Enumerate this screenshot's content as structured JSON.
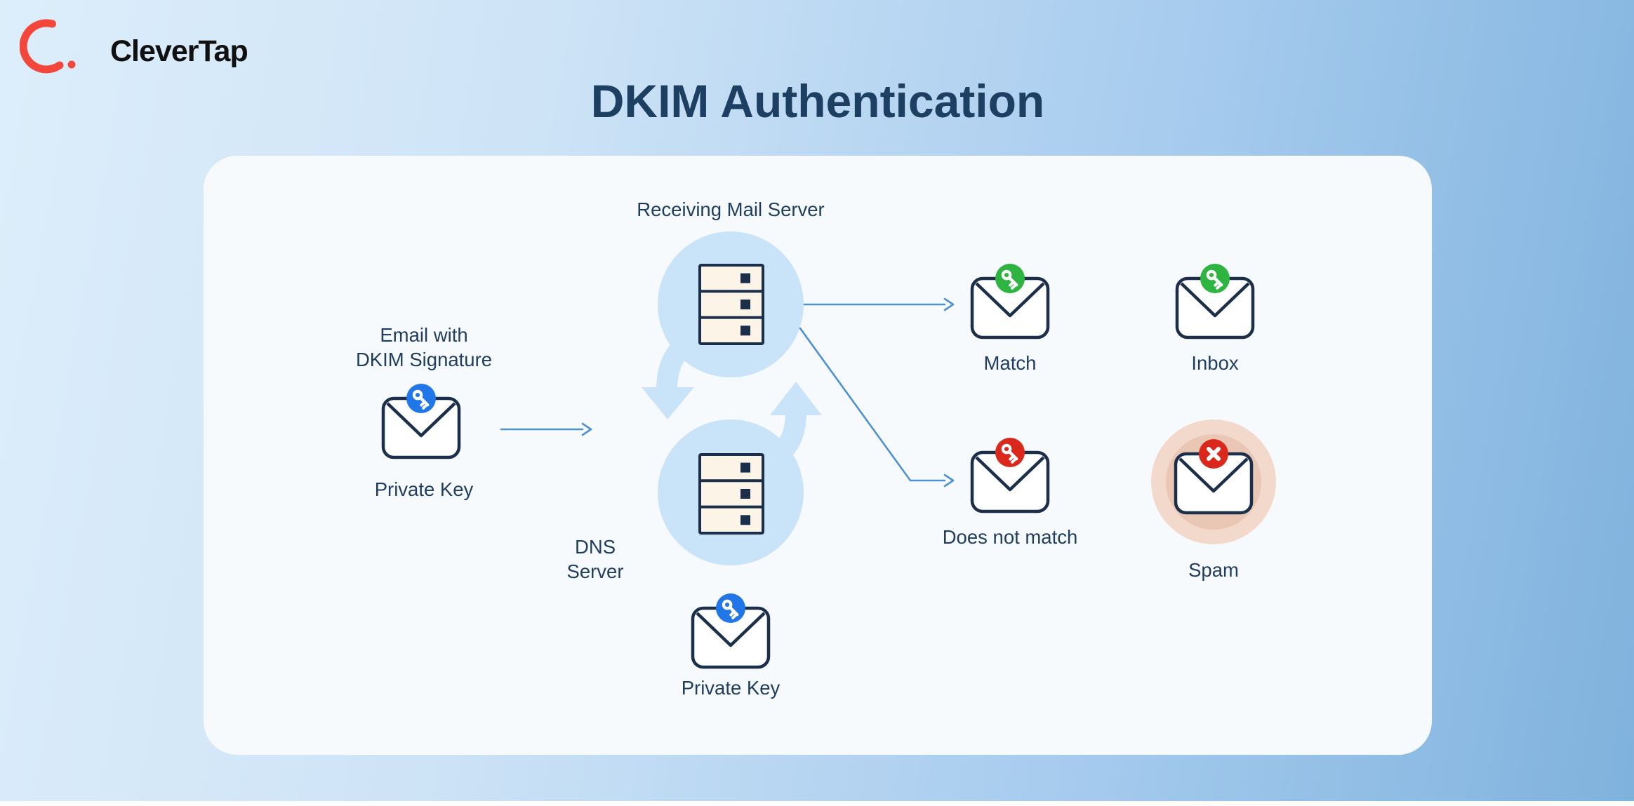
{
  "brand": {
    "name": "CleverTap"
  },
  "title": "DKIM Authentication",
  "nodes": {
    "sender_email": {
      "label_line1": "Email with",
      "label_line2": "DKIM Signature",
      "sublabel": "Private Key",
      "badge_icon": "blue-key"
    },
    "receiving_mail_server": {
      "label": "Receiving Mail Server"
    },
    "dns_server": {
      "label_line1": "DNS",
      "label_line2": "Server"
    },
    "dns_private_key": {
      "label": "Private Key",
      "badge_icon": "blue-key"
    },
    "match": {
      "label": "Match",
      "badge_icon": "green-key"
    },
    "inbox": {
      "label": "Inbox",
      "badge_icon": "green-key"
    },
    "does_not_match": {
      "label": "Does not match",
      "badge_icon": "red-key"
    },
    "spam": {
      "label": "Spam",
      "badge_icon": "red-x"
    }
  },
  "colors": {
    "badge_blue": "#2177e8",
    "badge_green": "#2eb440",
    "badge_red": "#da291c",
    "circle_bg": "#c9e3f8",
    "arrow_light": "#c9e3f8",
    "connector": "#4e91cf",
    "server_fill": "#fbf4e7",
    "spam_ring_outer": "#f3d9cb",
    "spam_ring_inner": "#eac7b5",
    "brand_arc_red": "#f4473c",
    "card_bg": "#f7fafd",
    "navy": "#1c2f4a",
    "text_navy": "#1e3d5f"
  }
}
